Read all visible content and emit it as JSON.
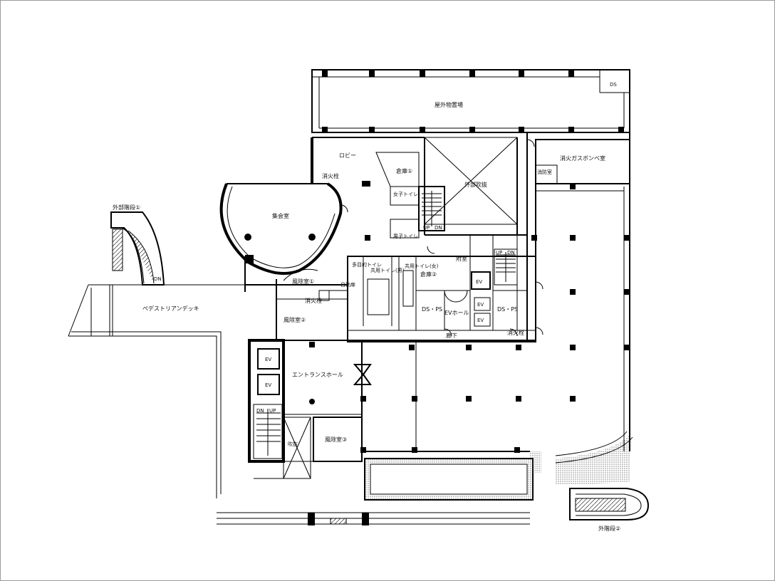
{
  "rooms": {
    "outdoor_storage": "屋外物置場",
    "ds_top": "DS",
    "lobby": "ロビー",
    "warehouse1": "倉庫①",
    "void_ext": "外部吹抜",
    "fire_gas": "消火ガスボンベ室",
    "pump": "消防室",
    "hydrant1": "消火栓",
    "assembly": "集会室",
    "womens_wc": "女子トイレ",
    "mens_wc": "男子トイレ",
    "annex": "附室",
    "windbreak1": "風除室①",
    "wc_multi": "多目的トイレ",
    "common_wc_m": "共用トイレ(男)",
    "common_wc_f": "共用トイレ(女)",
    "warehouse2": "倉庫②",
    "auto_door": "自動扉",
    "hydrant2": "消火栓",
    "windbreak2": "風除室②",
    "ds_ps_1": "DS・PS",
    "ev_hall": "EVホール",
    "ds_ps_2": "DS・PS",
    "corridor": "廊下",
    "hydrant3": "消火栓",
    "pedestrian_deck": "ペデストリアンデッキ",
    "entrance_hall": "エントランスホール",
    "void": "吹抜",
    "windbreak3": "風除室③",
    "ext_stair1": "外部階段①",
    "ext_stair2": "外階段②",
    "ev": "EV",
    "up": "UP",
    "dn": "DN"
  }
}
